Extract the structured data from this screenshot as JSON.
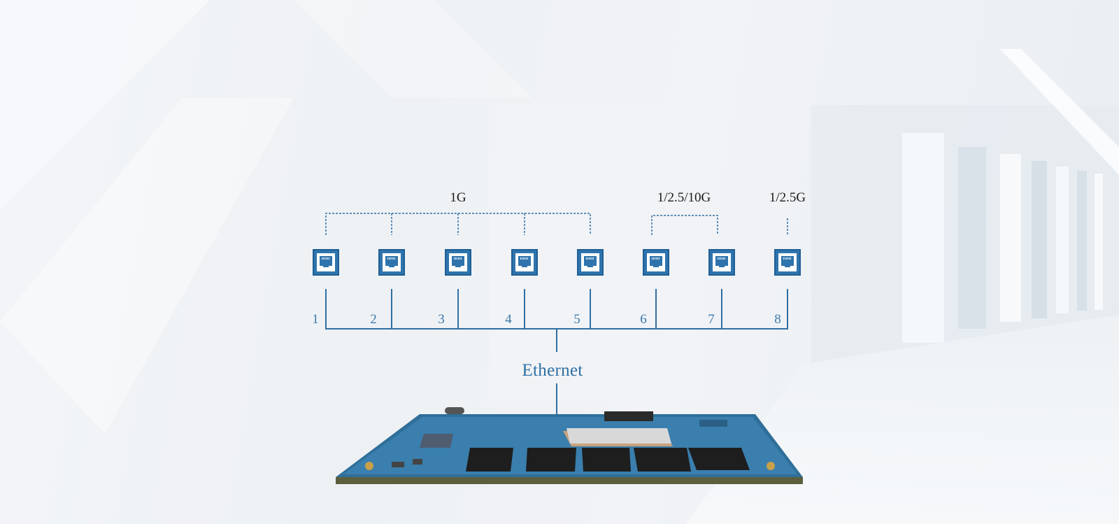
{
  "diagram": {
    "group_labels": [
      "1G",
      "1/2.5/10G",
      "1/2.5G"
    ],
    "port_numbers": [
      "1",
      "2",
      "3",
      "4",
      "5",
      "6",
      "7",
      "8"
    ],
    "bus_label": "Ethernet",
    "port_icon": "ethernet-port-icon",
    "board_image": "circuit-board-module",
    "colors": {
      "line": "#2f6fa3",
      "port_fill": "#2f74ad",
      "label_text": "#1a1a1a"
    }
  }
}
